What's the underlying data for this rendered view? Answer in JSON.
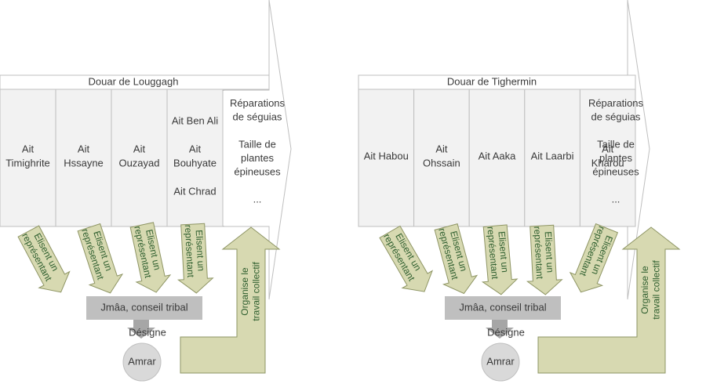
{
  "diagrams": [
    {
      "douar": "Douar de Louggagh",
      "lineages": [
        [
          "Ait",
          "Timighrite"
        ],
        [
          "Ait",
          "Hssayne"
        ],
        [
          "Ait",
          "Ouzayad"
        ],
        [
          "Ait Ben Ali",
          "",
          "Ait",
          "Bouhyate",
          "",
          "Ait Chrad"
        ]
      ],
      "tasks": [
        "Réparations",
        "de séguias",
        "",
        "Taille de",
        "plantes",
        "épineuses",
        "",
        "..."
      ],
      "elect_label": [
        "Elisent un",
        "représentant"
      ],
      "jmaa": "Jmâa, conseil tribal",
      "designe": "Désigne",
      "amrar": "Amrar",
      "organise": [
        "Organise le",
        "travail collectif"
      ]
    },
    {
      "douar": "Douar de Tighermin",
      "lineages": [
        [
          "Ait Habou"
        ],
        [
          "Ait",
          "Ohssain"
        ],
        [
          "Ait Aaka"
        ],
        [
          "Ait Laarbi"
        ],
        [
          "Ait",
          "Kharou"
        ]
      ],
      "tasks": [
        "Réparations",
        "de séguias",
        "",
        "Taille de",
        "plantes",
        "épineuses",
        "",
        "..."
      ],
      "elect_label": [
        "Elisent un",
        "représentant"
      ],
      "jmaa": "Jmâa, conseil tribal",
      "designe": "Désigne",
      "amrar": "Amrar",
      "organise": [
        "Organise le",
        "travail collectif"
      ]
    }
  ],
  "colors": {
    "cell_fill": "#f2f2f2",
    "border": "#bfbfbf",
    "arrow_fill": "#d7d9b1",
    "arrow_stroke": "#8e9564",
    "arrow_text": "#2f5f2f",
    "jmaa_fill": "#bfbfbf",
    "amrar_fill": "#d9d9d9",
    "text": "#3a3a3a"
  }
}
